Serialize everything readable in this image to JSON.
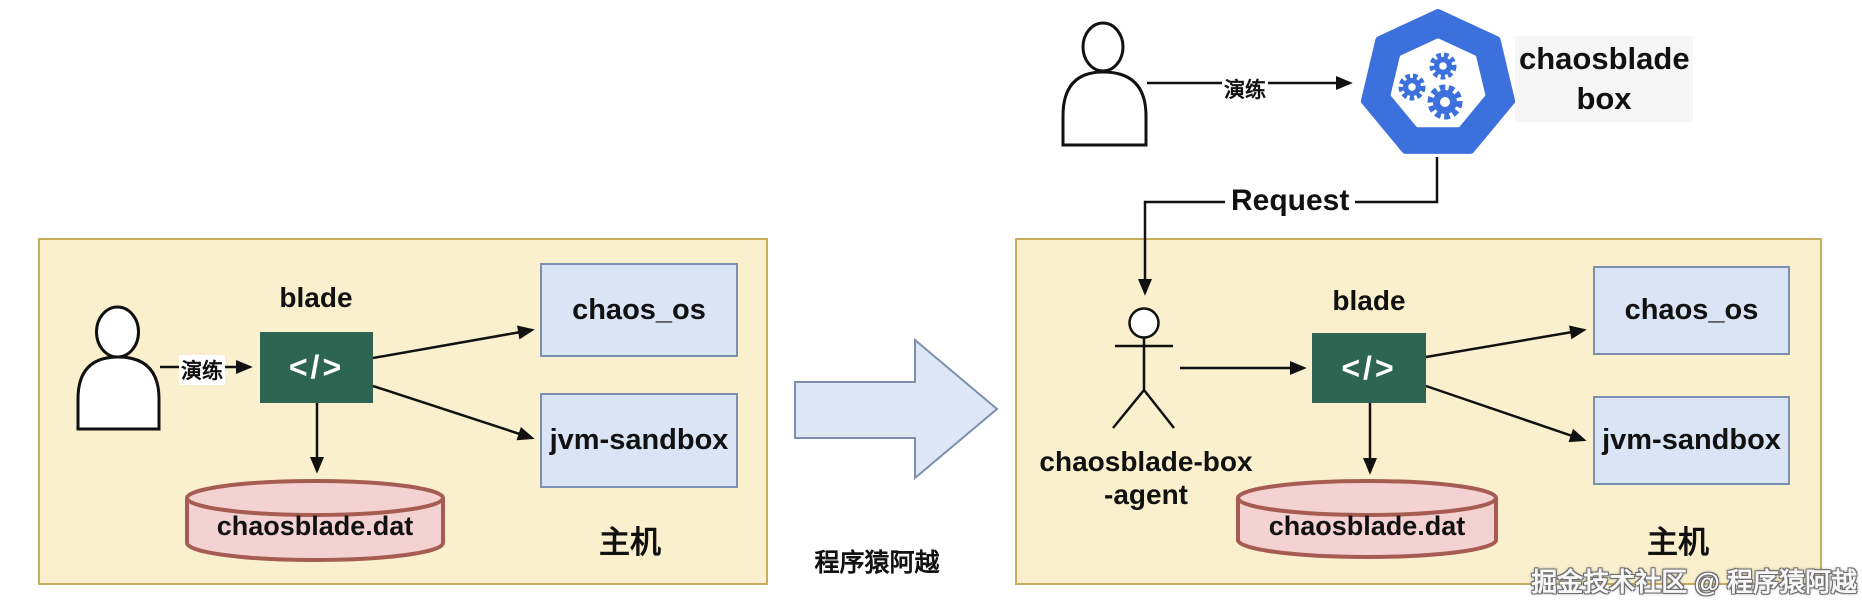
{
  "diagram": {
    "left_host": {
      "host_label": "主机",
      "blade_label": "blade",
      "code_glyph": "</>",
      "drill_label": "演练",
      "chaos_os_label": "chaos_os",
      "jvm_sandbox_label": "jvm-sandbox",
      "dat_file_label": "chaosblade.dat"
    },
    "right_host": {
      "host_label": "主机",
      "blade_label": "blade",
      "code_glyph": "</>",
      "agent_label_line1": "chaosblade-box",
      "agent_label_line2": "-agent",
      "chaos_os_label": "chaos_os",
      "jvm_sandbox_label": "jvm-sandbox",
      "dat_file_label": "chaosblade.dat"
    },
    "top_flow": {
      "drill_label": "演练",
      "request_label": "Request",
      "box_name_line1": "chaosblade",
      "box_name_line2": "box"
    },
    "watermark_center": "程序猿阿越",
    "watermark_bottom": "掘金技术社区 @ 程序猿阿越"
  },
  "colors": {
    "panel_fill": "#FAF0CE",
    "panel_border": "#C8AD5C",
    "box_fill": "#D9E4F4",
    "box_border": "#7D8FAE",
    "code_box_fill": "#2D6452",
    "cylinder_fill": "#F3D2D1",
    "cylinder_border": "#A65C52",
    "logo_blue": "#3C70DC",
    "big_arrow_fill": "#DDE7F6",
    "line_color": "#111111"
  }
}
